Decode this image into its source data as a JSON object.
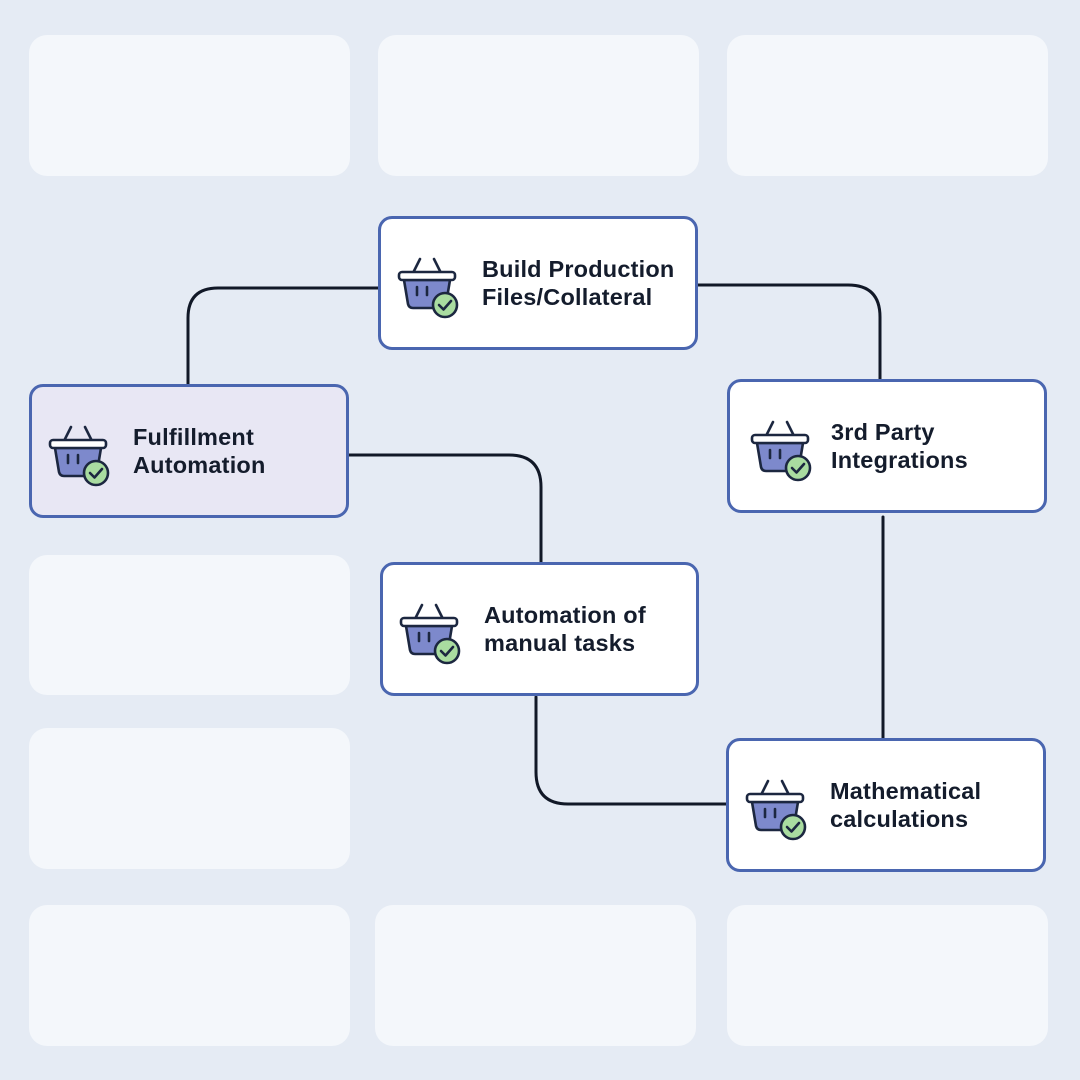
{
  "diagram": {
    "nodes": [
      {
        "id": "build-production",
        "label": "Build Production\nFiles/Collateral",
        "icon": "basket-check-icon",
        "highlighted": false
      },
      {
        "id": "fulfillment-automation",
        "label": "Fulfillment\nAutomation",
        "icon": "basket-check-icon",
        "highlighted": true
      },
      {
        "id": "third-party-integrations",
        "label": "3rd Party\nIntegrations",
        "icon": "basket-check-icon",
        "highlighted": false
      },
      {
        "id": "automation-manual-tasks",
        "label": "Automation of\nmanual tasks",
        "icon": "basket-check-icon",
        "highlighted": false
      },
      {
        "id": "mathematical-calculations",
        "label": "Mathematical\ncalculations",
        "icon": "basket-check-icon",
        "highlighted": false
      }
    ],
    "edges": [
      {
        "from": "fulfillment-automation",
        "to": "build-production"
      },
      {
        "from": "build-production",
        "to": "third-party-integrations"
      },
      {
        "from": "third-party-integrations",
        "to": "mathematical-calculations"
      },
      {
        "from": "fulfillment-automation",
        "to": "automation-manual-tasks"
      },
      {
        "from": "automation-manual-tasks",
        "to": "mathematical-calculations"
      }
    ]
  },
  "colors": {
    "background": "#e5ebf4",
    "placeholder": "#f4f7fb",
    "node_border": "#4a66b0",
    "node_highlight": "#e8e7f4",
    "basket_fill": "#7d89cc",
    "check_fill": "#a9dca0",
    "outline": "#1c2740"
  }
}
